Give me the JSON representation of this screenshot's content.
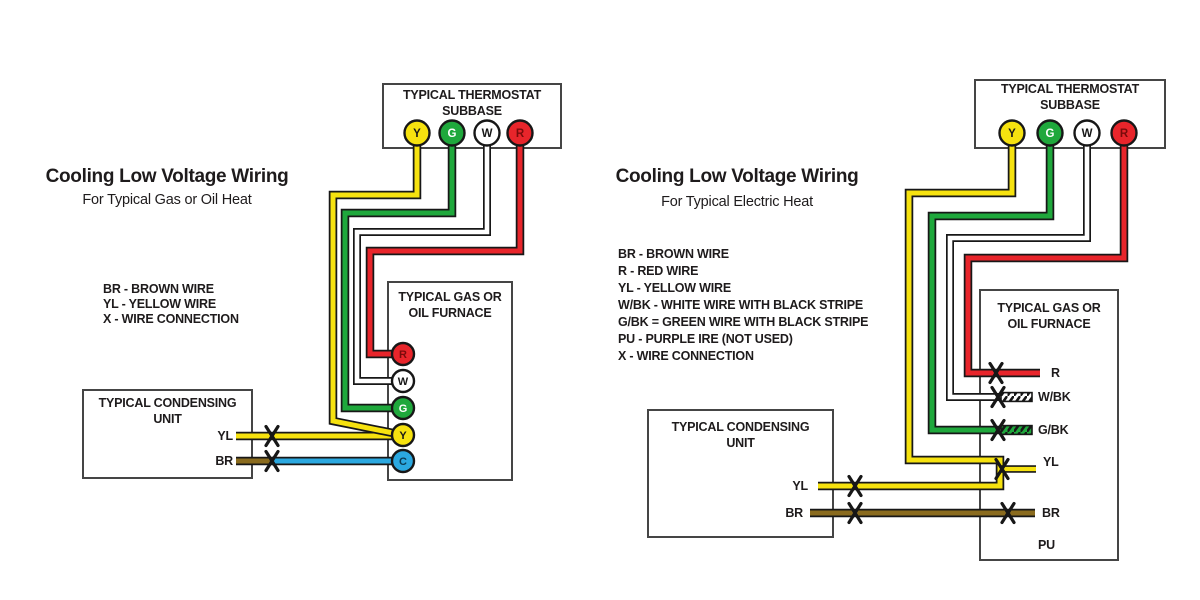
{
  "colors": {
    "yellow": "#F6E20F",
    "green": "#1FA83C",
    "red": "#E8252B",
    "white": "#FFFFFF",
    "blue": "#2BA8E0",
    "brown": "#8A6B1E"
  },
  "left_diagram": {
    "title": "Cooling Low Voltage Wiring",
    "subtitle": "For Typical Gas or Oil Heat",
    "legend": [
      "BR - BROWN WIRE",
      "YL - YELLOW WIRE",
      "X - WIRE CONNECTION"
    ],
    "thermostat_box": {
      "line1": "TYPICAL THERMOSTAT",
      "line2": "SUBBASE",
      "terminals": [
        "Y",
        "G",
        "W",
        "R"
      ]
    },
    "furnace_box": {
      "line1": "TYPICAL GAS OR",
      "line2": "OIL FURNACE",
      "terminals": [
        "R",
        "W",
        "G",
        "Y",
        "C"
      ]
    },
    "condensing_box": {
      "line1": "TYPICAL CONDENSING",
      "line2": "UNIT",
      "wire_label_yl": "YL",
      "wire_label_br": "BR"
    }
  },
  "right_diagram": {
    "title": "Cooling Low Voltage Wiring",
    "subtitle": "For Typical Electric Heat",
    "legend": [
      "BR - BROWN WIRE",
      "R - RED WIRE",
      "YL - YELLOW WIRE",
      "W/BK - WHITE WIRE WITH BLACK STRIPE",
      "G/BK = GREEN WIRE WITH BLACK STRIPE",
      "PU - PURPLE IRE (NOT USED)",
      "X - WIRE CONNECTION"
    ],
    "thermostat_box": {
      "line1": "TYPICAL THERMOSTAT",
      "line2": "SUBBASE",
      "terminals": [
        "Y",
        "G",
        "W",
        "R"
      ]
    },
    "furnace_box": {
      "line1": "TYPICAL GAS OR",
      "line2": "OIL FURNACE",
      "wire_labels": [
        "R",
        "W/BK",
        "G/BK",
        "YL",
        "BR",
        "PU"
      ]
    },
    "condensing_box": {
      "line1": "TYPICAL CONDENSING",
      "line2": "UNIT",
      "wire_label_yl": "YL",
      "wire_label_br": "BR"
    }
  }
}
